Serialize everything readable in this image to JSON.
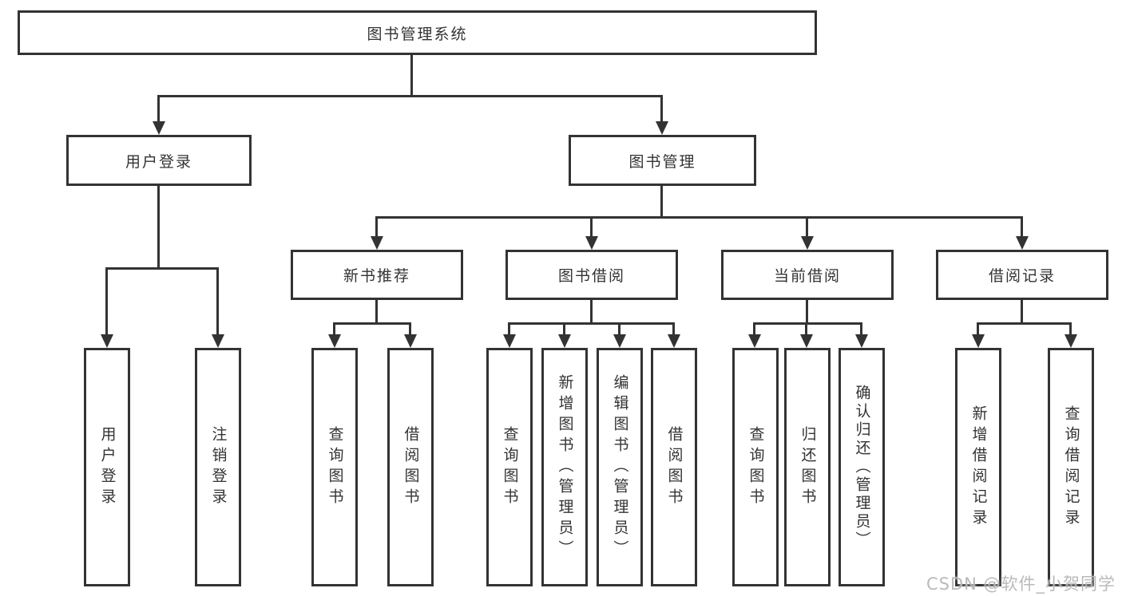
{
  "diagram": {
    "root": {
      "label": "图书管理系统"
    },
    "login": {
      "label": "用户登录",
      "children": [
        {
          "label": "用户登录"
        },
        {
          "label": "注销登录"
        }
      ]
    },
    "management": {
      "label": "图书管理",
      "groups": [
        {
          "label": "新书推荐",
          "children": [
            {
              "label": "查询图书"
            },
            {
              "label": "借阅图书"
            }
          ]
        },
        {
          "label": "图书借阅",
          "children": [
            {
              "label": "查询图书"
            },
            {
              "label": "新增图书（管理员）"
            },
            {
              "label": "编辑图书（管理员）"
            },
            {
              "label": "借阅图书"
            }
          ]
        },
        {
          "label": "当前借阅",
          "children": [
            {
              "label": "查询图书"
            },
            {
              "label": "归还图书"
            },
            {
              "label": "确认归还（管理员）"
            }
          ]
        },
        {
          "label": "借阅记录",
          "children": [
            {
              "label": "新增借阅记录"
            },
            {
              "label": "查询借阅记录"
            }
          ]
        }
      ]
    }
  },
  "watermark": {
    "text": "CSDN @软件_小贺同学"
  },
  "colors": {
    "line": "#333333",
    "box_border": "#333333",
    "text": "#333333",
    "background": "#ffffff",
    "watermark": "#b6b6b6"
  }
}
